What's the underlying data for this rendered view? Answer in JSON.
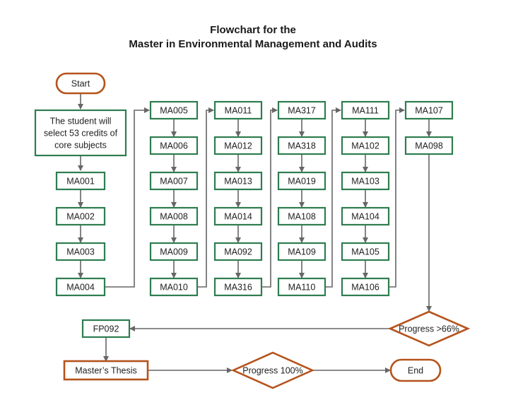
{
  "title": {
    "line1": "Flowchart for the",
    "line2": "Master in Environmental Management and Audits"
  },
  "colors": {
    "box_border": "#2e7d4f",
    "terminal_border": "#b5531b",
    "arrow": "#666666"
  },
  "nodes": {
    "start": "Start",
    "intro": [
      "The student will",
      "select 53 credits of",
      "core subjects"
    ],
    "col1": [
      "MA001",
      "MA002",
      "MA003",
      "MA004"
    ],
    "col2": [
      "MA005",
      "MA006",
      "MA007",
      "MA008",
      "MA009",
      "MA010"
    ],
    "col3": [
      "MA011",
      "MA012",
      "MA013",
      "MA014",
      "MA092",
      "MA316"
    ],
    "col4": [
      "MA317",
      "MA318",
      "MA019",
      "MA108",
      "MA109",
      "MA110"
    ],
    "col5": [
      "MA111",
      "MA102",
      "MA103",
      "MA104",
      "MA105",
      "MA106"
    ],
    "col6": [
      "MA107",
      "MA098"
    ],
    "fp": "FP092",
    "thesis": "Master’s Thesis",
    "decision1": "Progress >66%",
    "decision2": "Progress 100%",
    "end": "End"
  }
}
